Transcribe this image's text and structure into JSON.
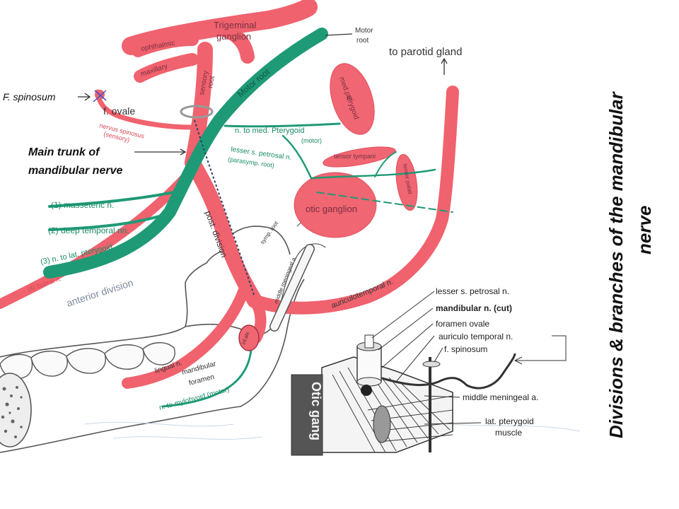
{
  "colors": {
    "nerve_red": "#f0626e",
    "nerve_fill": "#f06672",
    "motor_green": "#1f9a76",
    "ink": "#3a3a3a",
    "label_green": "#1a8a66",
    "label_red": "#d84a5a"
  },
  "title": {
    "line1": "Divisions & branches of the mandibular",
    "line2": "nerve"
  },
  "callouts": {
    "f_spinosum": "F. spinosum",
    "main_trunk_1": "Main trunk of",
    "main_trunk_2": "mandibular nerve"
  },
  "labels": {
    "trigeminal_1": "Trigeminal",
    "trigeminal_2": "ganglion",
    "ophthalmic": "ophthalmic",
    "maxillary": "maxillary",
    "sensory_root_1": "sensory",
    "sensory_root_2": "root",
    "motor_root_diag": "Motor root",
    "motor_root_1": "Motor",
    "motor_root_2": "root",
    "to_parotid": "to parotid gland",
    "f_ovale": "f. ovale",
    "nervus_spinosus_1": "nervus spinosus",
    "nervus_spinosus_2": "(sensory)",
    "n_med_pterygoid": "n. to med. Pterygoid",
    "motor_paren": "(motor)",
    "med_pterygoid_1": "med.pterygoid",
    "med_pterygoid_2": "m.",
    "tensor_tympani": "tensor tympani",
    "tensor_palati": "tensor palati",
    "lesser_petrosal_1": "lesser s. petrosal n.",
    "lesser_petrosal_2": "(parasymp. root)",
    "otic_ganglion": "otic ganglion",
    "masseteric": "(1) masseteric n.",
    "deep_temporal": "(2) deep temporal nn.",
    "lat_pterygoid": "(3) n. to lat. pterygoid",
    "buccal": "(4) buccal n.",
    "anterior_division": "anterior division",
    "post_division": "post. division",
    "symp_root": "symp. root",
    "middle_meningeal": "middle meningeal a.",
    "auriculotemporal": "auriculotemporal n.",
    "lingual": "lingual n.",
    "mandibular_foramen_1": "mandibular",
    "mandibular_foramen_2": "foramen",
    "inf_alv": "inf.alv.",
    "mylohyoid": "n. to mylohyoid (motor)"
  },
  "inset": {
    "lesser_petrosal": "lesser s. petrosal n.",
    "mandibular_cut": "mandibular n. (cut)",
    "foramen_ovale": "foramen ovale",
    "auriculotemporal": "auriculo temporal n.",
    "f_spinosum": "f. spinosum",
    "middle_meningeal": "middle meningeal a.",
    "lat_pterygoid_1": "lat. pterygoid",
    "lat_pterygoid_2": "muscle",
    "otic_gang": "Otic gang"
  }
}
